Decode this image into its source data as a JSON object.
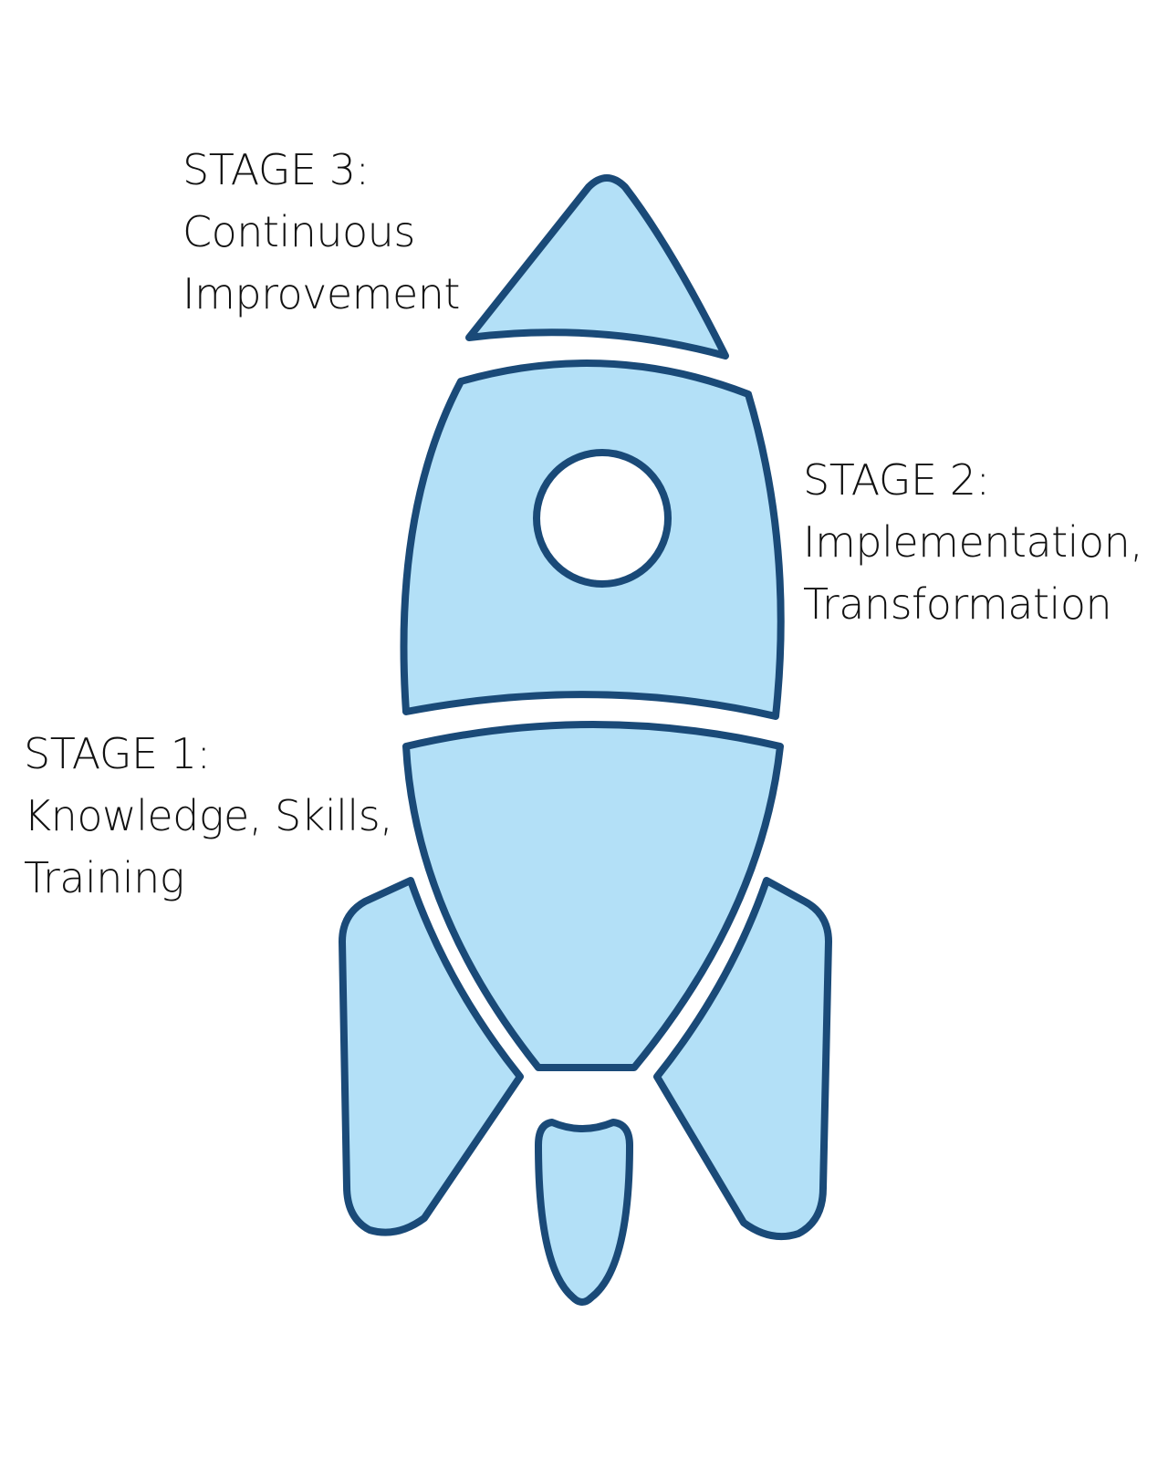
{
  "colors": {
    "rocket_fill": "#b3e0f7",
    "rocket_outline": "#1a4a78",
    "window_fill": "#ffffff",
    "text": "#111111",
    "background": "#ffffff"
  },
  "stages": [
    {
      "heading": "STAGE 1:",
      "lines": [
        "Knowledge, Skills,",
        "Training"
      ],
      "rocket_part": "lower-body"
    },
    {
      "heading": "STAGE 2:",
      "lines": [
        "Implementation,",
        "Transformation"
      ],
      "rocket_part": "middle-body"
    },
    {
      "heading": "STAGE 3:",
      "lines": [
        "Continuous",
        "Improvement"
      ],
      "rocket_part": "nose-cone"
    }
  ]
}
